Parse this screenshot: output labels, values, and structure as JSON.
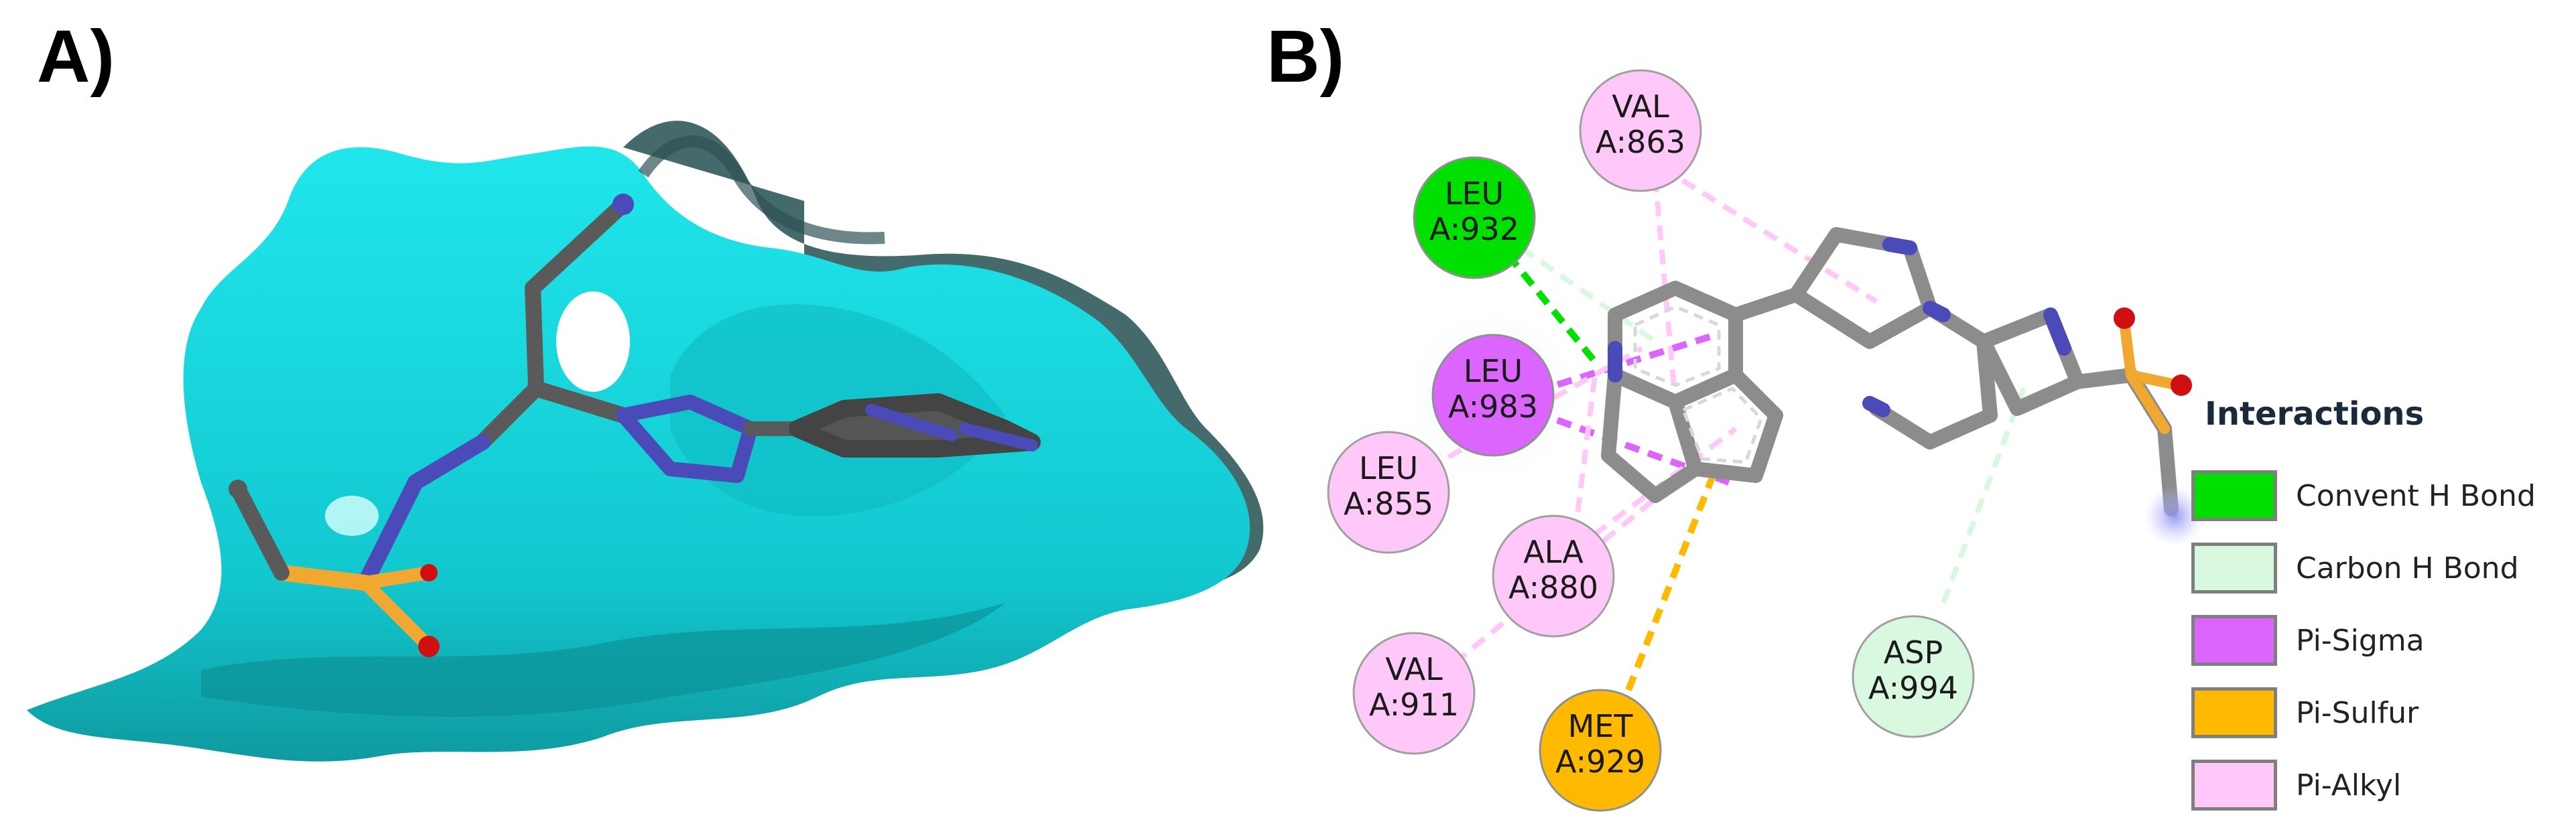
{
  "panels": {
    "a_label": "A)",
    "b_label": "B)"
  },
  "legend": {
    "title": "Interactions",
    "items": [
      {
        "label": "Convent H Bond",
        "color": "#00e000"
      },
      {
        "label": "Carbon H Bond",
        "color": "#d8f8e0"
      },
      {
        "label": "Pi-Sigma",
        "color": "#dc64ff"
      },
      {
        "label": "Pi-Sulfur",
        "color": "#ffba00"
      },
      {
        "label": "Pi-Alkyl",
        "color": "#ffc8f8"
      }
    ]
  },
  "residues": [
    {
      "name": "VAL",
      "id": "A:863",
      "type": "Pi-Alkyl"
    },
    {
      "name": "LEU",
      "id": "A:932",
      "type": "Convent H Bond"
    },
    {
      "name": "LEU",
      "id": "A:983",
      "type": "Pi-Sigma"
    },
    {
      "name": "LEU",
      "id": "A:855",
      "type": "Pi-Alkyl"
    },
    {
      "name": "ALA",
      "id": "A:880",
      "type": "Pi-Alkyl"
    },
    {
      "name": "VAL",
      "id": "A:911",
      "type": "Pi-Alkyl"
    },
    {
      "name": "MET",
      "id": "A:929",
      "type": "Pi-Sulfur"
    },
    {
      "name": "ASP",
      "id": "A:994",
      "type": "Carbon H Bond"
    }
  ],
  "colors": {
    "surface": "#19d6dc",
    "surface_dark": "#3e6a6c",
    "ligand_carbon": "#5a5a5a",
    "ligand_carbon_2d": "#8c8c8c",
    "nitrogen": "#4a4ab8",
    "sulfur": "#f0a830",
    "oxygen": "#d01010"
  }
}
